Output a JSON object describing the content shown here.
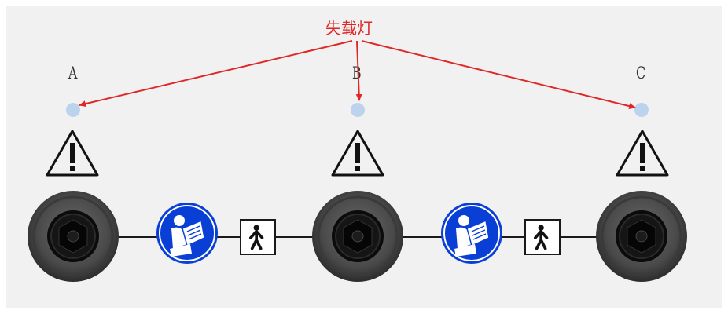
{
  "annotation": {
    "label": "失载灯",
    "color": "#e02727"
  },
  "channels": [
    {
      "letter": "A"
    },
    {
      "letter": "B"
    },
    {
      "letter": "C"
    }
  ],
  "colors": {
    "lamp": "#bcd3ee",
    "manual_badge": "#0a3fd6",
    "background": "#f1f1f1"
  },
  "icons": {
    "warning": "warning-triangle-icon",
    "manual": "read-manual-icon",
    "applied_part": "type-b-applied-part-icon",
    "connector": "connector-socket-icon"
  }
}
